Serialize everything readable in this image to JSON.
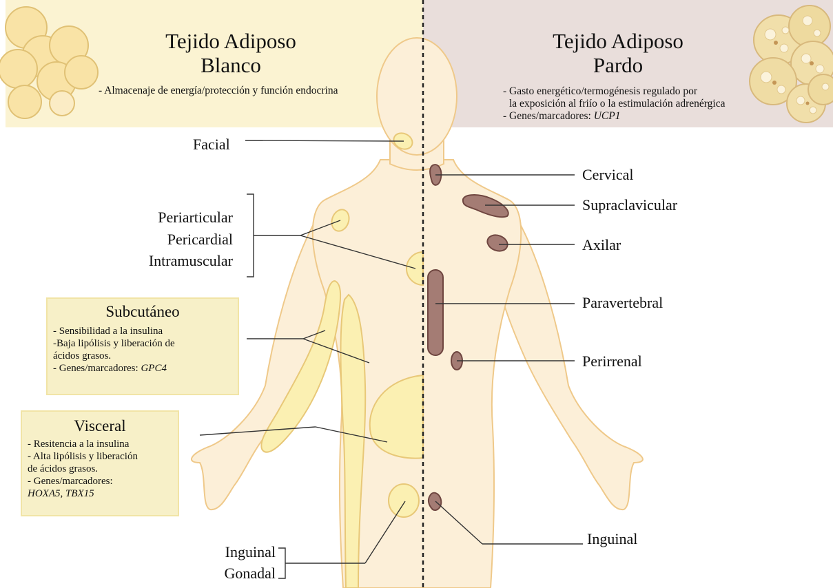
{
  "white": {
    "title_line1": "Tejido Adiposo",
    "title_line2": "Blanco",
    "description": "- Almacenaje de energía/protección y función endocrina"
  },
  "brown": {
    "title_line1": "Tejido Adiposo",
    "title_line2": "Pardo",
    "desc_line1": "- Gasto energético/termogénesis regulado por",
    "desc_line2": "la exposición al friío o la estimulación adrenérgica",
    "genes_prefix": "- Genes/marcadores: ",
    "genes_value": "UCP1"
  },
  "white_depots": {
    "facial": "Facial",
    "periarticular": "Periarticular",
    "pericardial": "Pericardial",
    "intramuscular": "Intramuscular",
    "inguinal": "Inguinal",
    "gonadal": "Gonadal"
  },
  "subcutaneo": {
    "title": "Subcutáneo",
    "line1": "- Sensibilidad a la insulina",
    "line2": "-Baja lipólisis y liberación de",
    "line3": "ácidos grasos.",
    "genes_prefix": "- Genes/marcadores: ",
    "genes_value": "GPC4"
  },
  "visceral": {
    "title": "Visceral",
    "line1": "- Resitencia a la insulina",
    "line2": "- Alta lipólisis y liberación",
    "line3": "de ácidos grasos.",
    "line4": "- Genes/marcadores:",
    "genes_value": "HOXA5, TBX15"
  },
  "brown_depots": {
    "cervical": "Cervical",
    "supraclavicular": "Supraclavicular",
    "axilar": "Axilar",
    "paravertebral": "Paravertebral",
    "perirrenal": "Perirrenal",
    "inguinal": "Inguinal"
  },
  "colors": {
    "white_panel": "#fbf3d2",
    "brown_panel": "#e9dedb",
    "body_fill": "#fcefd8",
    "body_outline": "#efc98a",
    "white_fat": "#fbf0b2",
    "brown_fat": "#a47c74",
    "box_fill": "#f7f0c8"
  }
}
